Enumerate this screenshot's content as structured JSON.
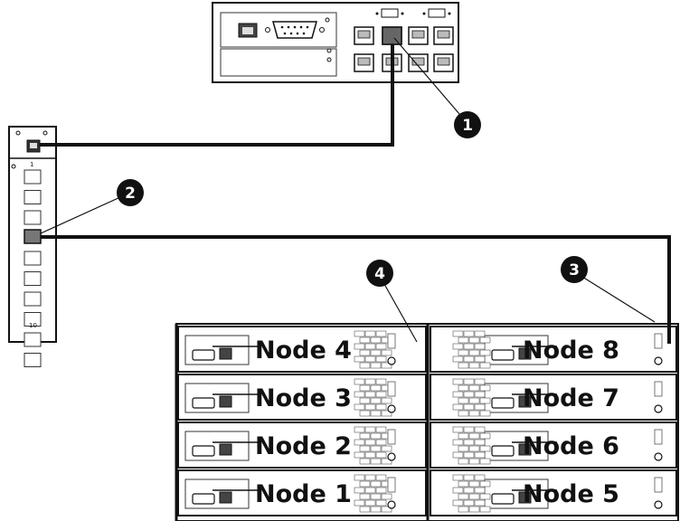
{
  "callouts": [
    {
      "id": "1",
      "label": "1"
    },
    {
      "id": "2",
      "label": "2"
    },
    {
      "id": "3",
      "label": "3"
    },
    {
      "id": "4",
      "label": "4"
    }
  ],
  "nodes": {
    "left": [
      "Node 4",
      "Node 3",
      "Node 2",
      "Node 1"
    ],
    "right": [
      "Node 8",
      "Node 7",
      "Node 6",
      "Node 5"
    ]
  },
  "switch_panel": {
    "top_port_label": "1",
    "bottom_port_label": "10"
  },
  "colors": {
    "cable": "#111111",
    "callout_fill": "#111111",
    "highlight_port": "#777777"
  }
}
